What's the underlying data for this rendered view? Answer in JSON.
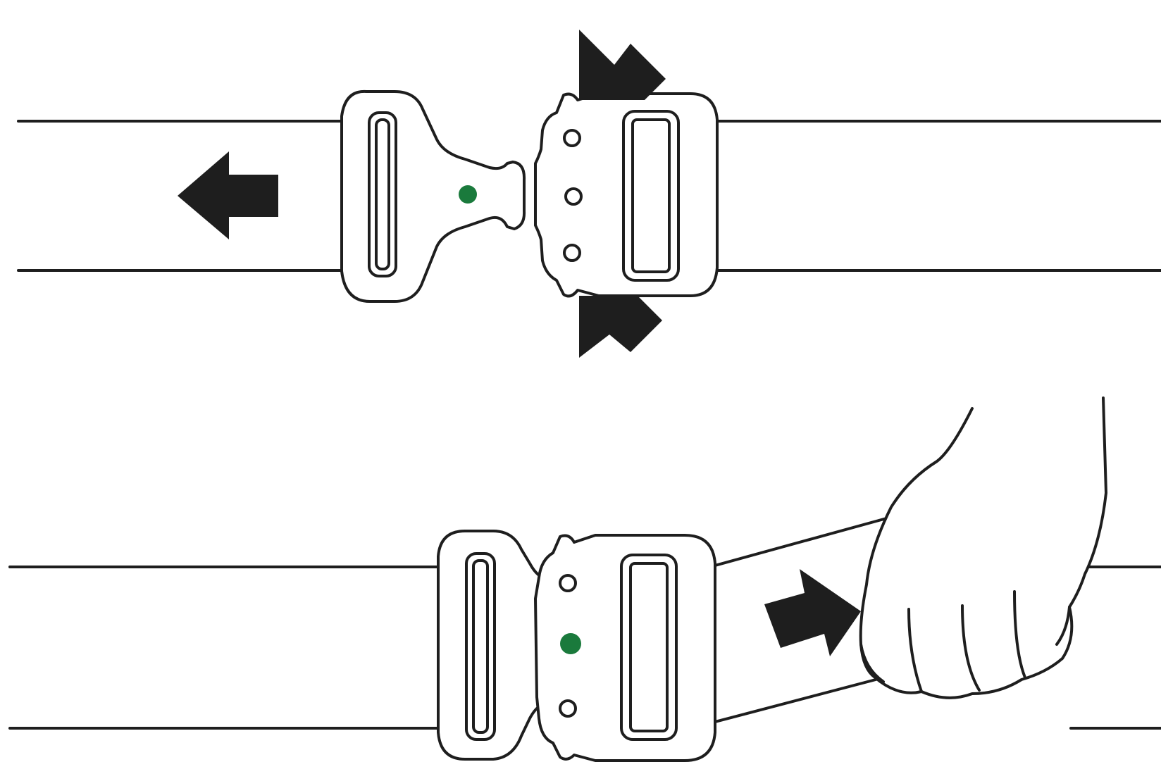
{
  "figure": {
    "panels": [
      {
        "id": "release",
        "description_icons": [
          "buckle-male-part",
          "buckle-female-part",
          "squeeze-arrow",
          "pull-arrow"
        ]
      },
      {
        "id": "fasten",
        "description_icons": [
          "buckle-closed",
          "hand",
          "pull-arrow"
        ]
      }
    ]
  },
  "colors": {
    "stroke": "#1e1e1e",
    "fill": "#ffffff",
    "arrow": "#1e1e1e",
    "indicator_locked": "#1a7a3c",
    "indicator_unlocked": "#ffffff"
  },
  "indicator_states": {
    "top_panel_male_dot": "green",
    "top_panel_female_dot": "white",
    "bottom_panel_female_dot": "green"
  }
}
